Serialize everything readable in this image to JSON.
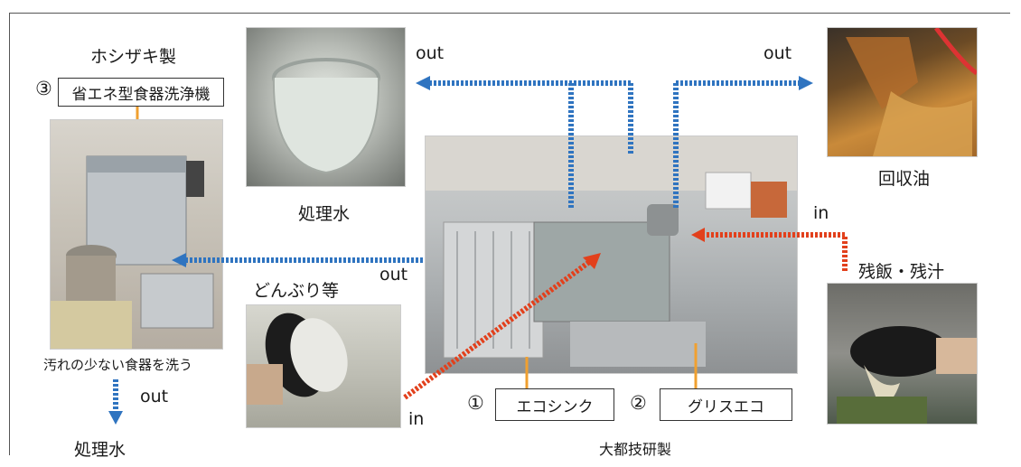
{
  "labels": {
    "hoshizaki": "ホシザキ製",
    "num3": "③",
    "dishwasher": "省エネ型食器洗浄機",
    "less_dirty": "汚れの少ない食器を洗う",
    "out_left_bottom": "out",
    "treated_water_bottom": "処理水",
    "treated_water_center": "処理水",
    "out_top_left": "out",
    "out_top_right": "out",
    "recovered_oil": "回収油",
    "in_right": "in",
    "leftover": "残飯・残汁",
    "donburi": "どんぶり等",
    "out_mid": "out",
    "in_bottom": "in",
    "num1": "①",
    "ecosink": "エコシンク",
    "num2": "②",
    "greaseeco": "グリスエコ",
    "daito": "大都技研製"
  },
  "colors": {
    "blue_flow": "#2f74c0",
    "red_flow": "#e2401c",
    "orange_connector": "#f0a030"
  }
}
